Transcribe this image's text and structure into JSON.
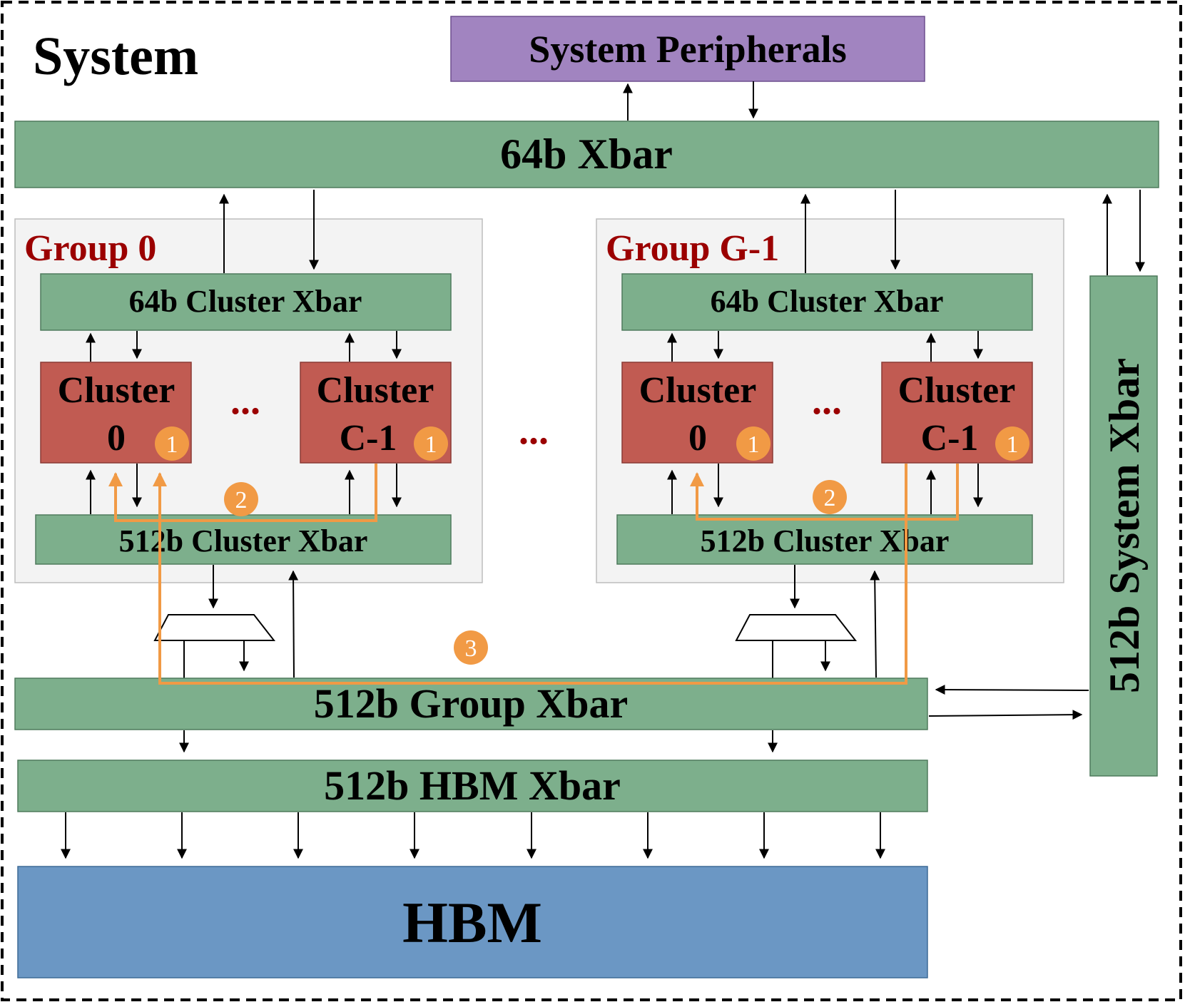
{
  "system": {
    "title": "System"
  },
  "peripherals": {
    "label": "System Peripherals",
    "color": "#a184c0"
  },
  "xbar64": {
    "label": "64b Xbar"
  },
  "groups": [
    {
      "title": "Group 0",
      "cluster_xbar_64": "64b Cluster Xbar",
      "cluster_xbar_512": "512b Cluster Xbar",
      "clusters": [
        {
          "line1": "Cluster",
          "line2": "0",
          "badge": "1"
        },
        {
          "line1": "Cluster",
          "line2": "C-1",
          "badge": "1"
        }
      ],
      "ellipsis": "...",
      "badge": "2"
    },
    {
      "title": "Group G-1",
      "cluster_xbar_64": "64b Cluster Xbar",
      "cluster_xbar_512": "512b Cluster Xbar",
      "clusters": [
        {
          "line1": "Cluster",
          "line2": "0",
          "badge": "1"
        },
        {
          "line1": "Cluster",
          "line2": "C-1",
          "badge": "1"
        }
      ],
      "ellipsis": "...",
      "badge": "2"
    }
  ],
  "between_groups_ellipsis": "...",
  "group_xbar": {
    "label": "512b Group Xbar",
    "badge": "3"
  },
  "hbm_xbar": {
    "label": "512b HBM Xbar"
  },
  "hbm": {
    "label": "HBM",
    "color": "#6b97c4"
  },
  "system_xbar": {
    "label": "512b System Xbar"
  },
  "colors": {
    "xbar_green": "#7daf8c",
    "cluster_red": "#c15b52",
    "group_title_red": "#9b0000",
    "path_orange": "#f19a45"
  }
}
